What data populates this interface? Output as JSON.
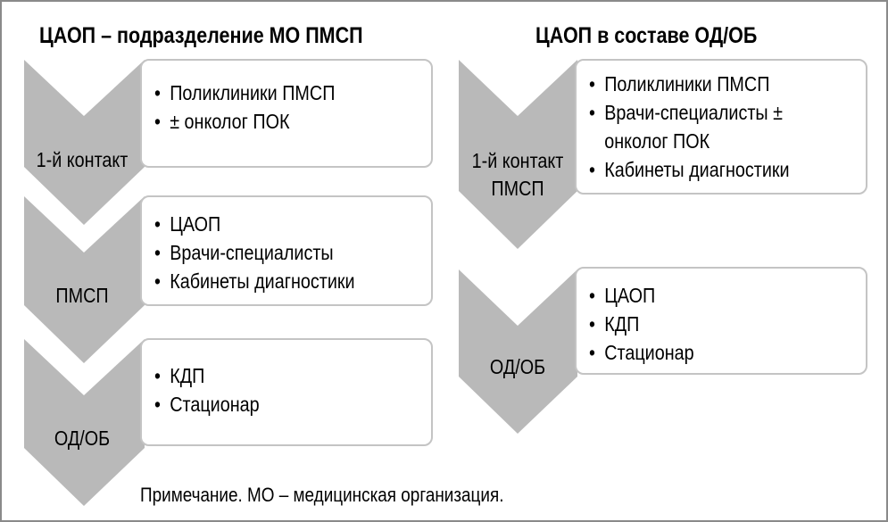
{
  "left": {
    "title": "ЦАОП – подразделение МО ПМСП",
    "stages": [
      {
        "label": "1-й контакт",
        "items": [
          "Поликлиники ПМСП",
          "± онколог ПОК"
        ]
      },
      {
        "label": "ПМСП",
        "items": [
          "ЦАОП",
          "Врачи-специалисты",
          "Кабинеты диагностики"
        ]
      },
      {
        "label": "ОД/ОБ",
        "items": [
          "КДП",
          "Стационар"
        ]
      }
    ]
  },
  "right": {
    "title": "ЦАОП в составе ОД/ОБ",
    "stages": [
      {
        "label_line1": "1-й контакт",
        "label_line2": "ПМСП",
        "items": [
          "Поликлиники ПМСП",
          "Врачи-специалисты ±",
          "онколог ПОК",
          "Кабинеты диагностики"
        ]
      },
      {
        "label": "ОД/ОБ",
        "items": [
          "ЦАОП",
          "КДП",
          "Стационар"
        ]
      }
    ]
  },
  "bullet": "•",
  "note": "Примечание. МО – медицинская организация.",
  "colors": {
    "chevron": "#b9b9b9",
    "box_border": "#c4c4c4",
    "frame": "#8a8a8a"
  }
}
